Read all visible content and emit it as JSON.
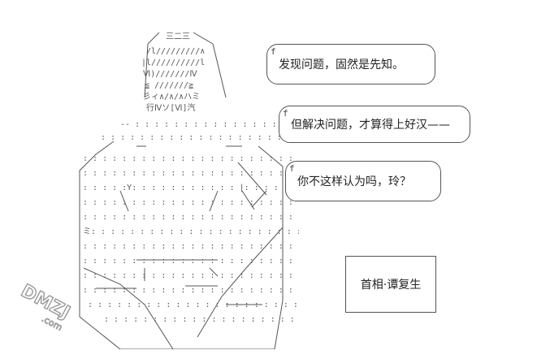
{
  "bubbles": [
    {
      "text": "发现问题，固然是先知。"
    },
    {
      "text": "但解决问题，才算得上好汉——"
    },
    {
      "text": "你不这样认为吗，玲？"
    }
  ],
  "caption": "首相·谭复生",
  "header_text": "三二三",
  "band_text": "行Ⅳソ[Ⅵ]汽",
  "watermark": {
    "text": "DMZJ",
    "sub": ".com"
  }
}
